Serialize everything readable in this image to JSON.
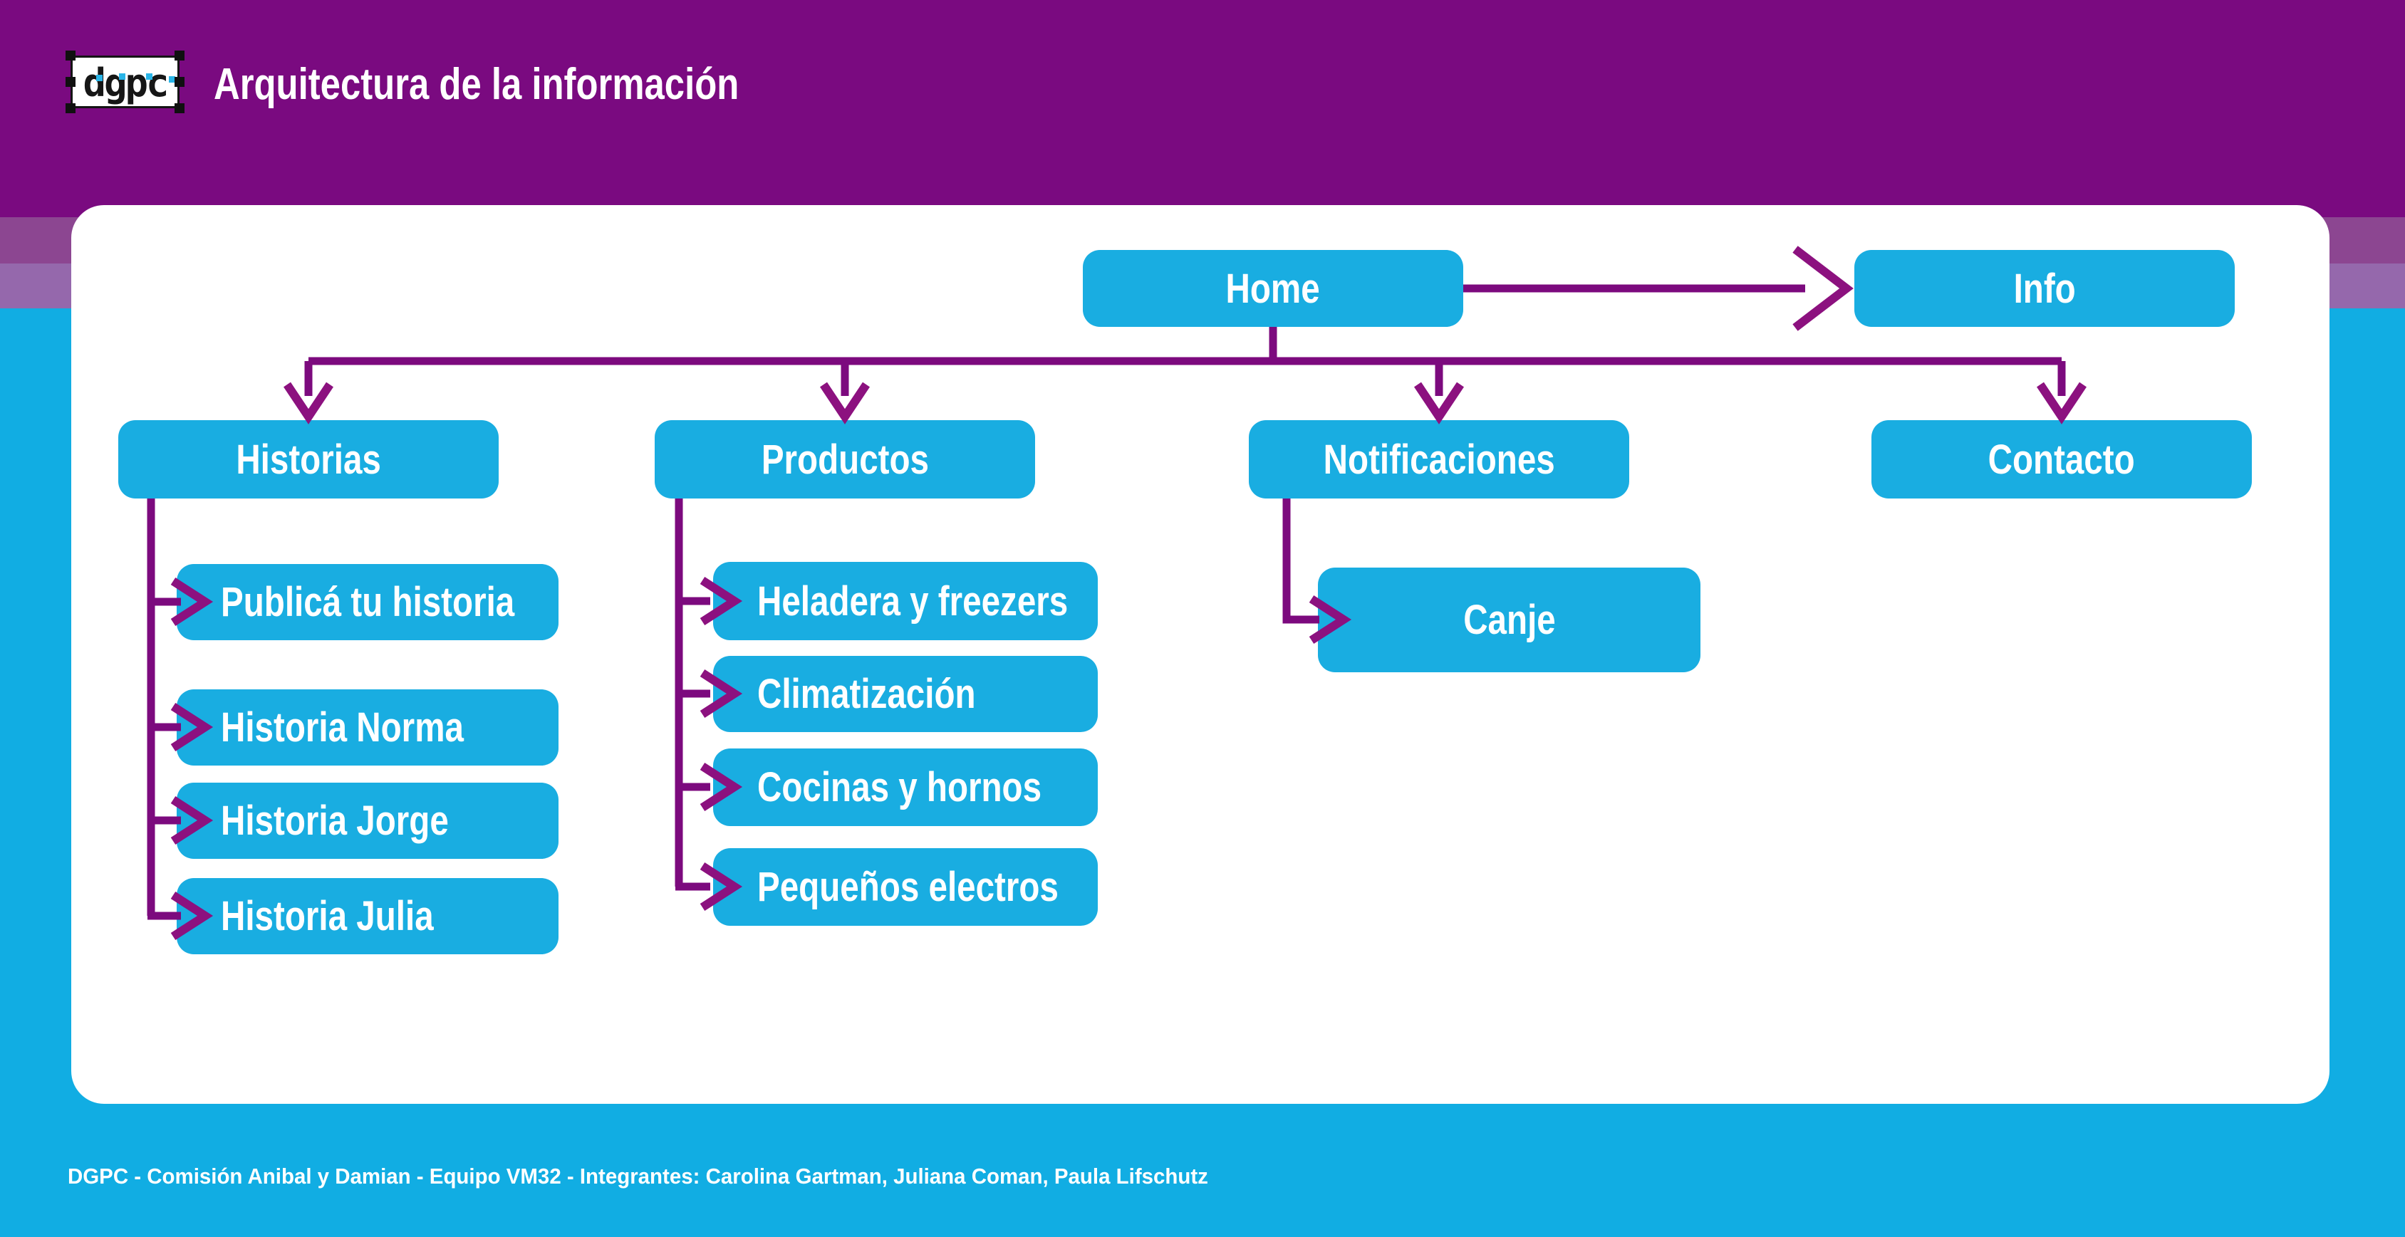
{
  "header": {
    "logo": {
      "text": "dgpc"
    },
    "title": "Arquitectura de la información"
  },
  "diagram": {
    "nodes": {
      "home": "Home",
      "info": "Info",
      "historias": "Historias",
      "productos": "Productos",
      "notificaciones": "Notificaciones",
      "contacto": "Contacto",
      "publica": "Publicá tu historia",
      "norma": "Historia Norma",
      "jorge": "Historia Jorge",
      "julia": "Historia Julia",
      "heladera": "Heladera y freezers",
      "climatizacion": "Climatización",
      "cocinas": "Cocinas y hornos",
      "pequenos": "Pequeños electros",
      "canje": "Canje"
    }
  },
  "footer": {
    "credits": "DGPC - Comisión Anibal y Damian - Equipo VM32 - Integrantes: Carolina Gartman, Juliana Coman, Paula Lifschutz"
  },
  "colors": {
    "header": "#7A0A80",
    "band_mid": "#8C4691",
    "band_light": "#9568AC",
    "background": "#11ADE3",
    "node": "#19ADE1",
    "connector": "#7C0A7E",
    "arrowhead": "#8C117F",
    "text": "#FFFFFF",
    "logo_accent": "#29B5E8"
  }
}
